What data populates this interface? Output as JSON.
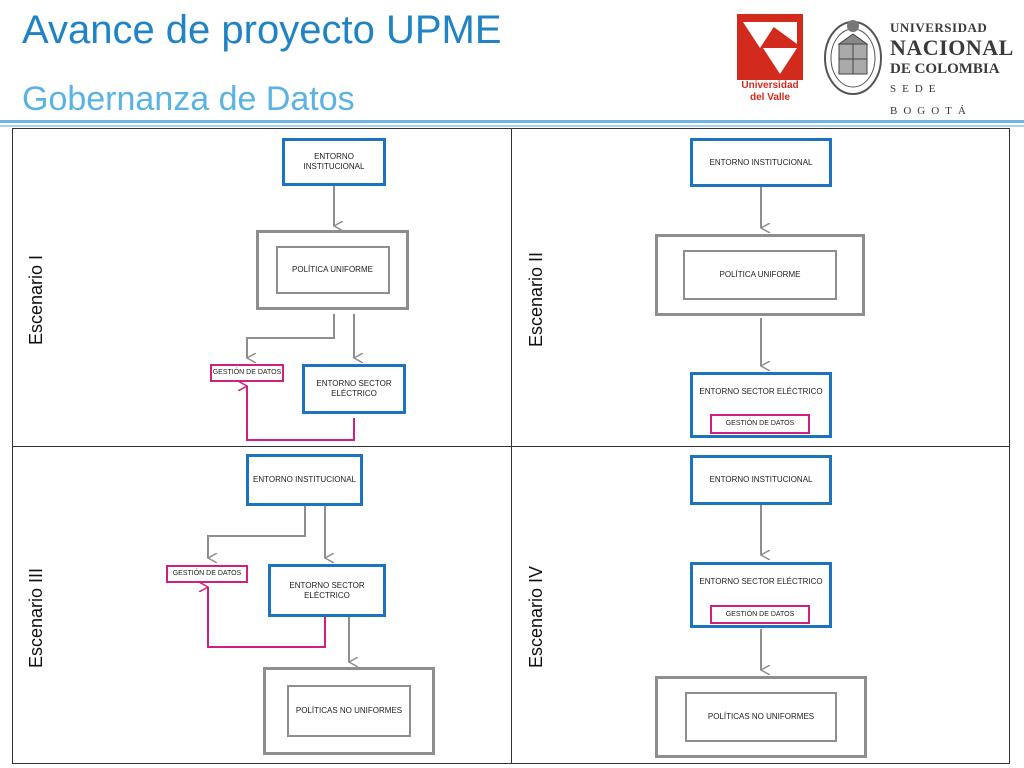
{
  "header": {
    "title": "Avance de proyecto UPME",
    "subtitle": "Gobernanza de Datos"
  },
  "logos": {
    "univalle": {
      "text_line1": "Universidad",
      "text_line2": "del Valle",
      "color": "#d22b1e"
    },
    "unal": {
      "line1": "UNIVERSIDAD",
      "line2": "NACIONAL",
      "line3": "DE COLOMBIA",
      "line4": "SEDE BOGOTÁ"
    }
  },
  "colors": {
    "blue": "#1e73be",
    "gray": "#8e8e8e",
    "pink": "#d11f80",
    "title": "#1f83c4"
  },
  "scenarios": {
    "s1": {
      "label": "Escenario I",
      "entorno_institucional": "ENTORNO INSTITUCIONAL",
      "politica": "POLÍTICA UNIFORME",
      "gestion": "GESTIÓN DE DATOS",
      "entorno_sector": "ENTORNO SECTOR ELÉCTRICO"
    },
    "s2": {
      "label": "Escenario II",
      "entorno_institucional": "ENTORNO INSTITUCIONAL",
      "politica": "POLÍTICA UNIFORME",
      "entorno_sector": "ENTORNO SECTOR ELÉCTRICO",
      "gestion": "GESTIÓN DE DATOS"
    },
    "s3": {
      "label": "Escenario III",
      "entorno_institucional": "ENTORNO INSTITUCIONAL",
      "gestion": "GESTIÓN DE DATOS",
      "entorno_sector": "ENTORNO SECTOR ELÉCTRICO",
      "politicas": "POLÍTICAS NO UNIFORMES"
    },
    "s4": {
      "label": "Escenario IV",
      "entorno_institucional": "ENTORNO INSTITUCIONAL",
      "entorno_sector": "ENTORNO SECTOR ELÉCTRICO",
      "gestion": "GESTIÓN DE DATOS",
      "politicas": "POLÍTICAS NO UNIFORMES"
    }
  }
}
